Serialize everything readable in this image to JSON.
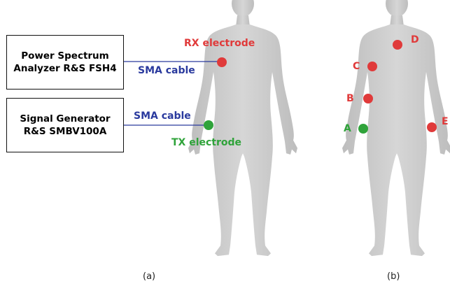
{
  "panel_a": {
    "analyzer_box": {
      "line1": "Power Spectrum",
      "line2": "Analyzer R&S FSH4"
    },
    "generator_box": {
      "line1": "Signal Generator",
      "line2": "R&S SMBV100A"
    },
    "rx_cable_label": "SMA cable",
    "tx_cable_label": "SMA cable",
    "rx_electrode_label": "RX electrode",
    "tx_electrode_label": "TX electrode",
    "caption": "(a)"
  },
  "panel_b": {
    "points": [
      {
        "label": "A",
        "color": "#2fa33a"
      },
      {
        "label": "B",
        "color": "#e03a3a"
      },
      {
        "label": "C",
        "color": "#e03a3a"
      },
      {
        "label": "D",
        "color": "#e03a3a"
      },
      {
        "label": "E",
        "color": "#e03a3a"
      }
    ],
    "caption": "(b)"
  },
  "colors": {
    "electrode_red": "#e03a3a",
    "electrode_green": "#2fa33a",
    "cable_blue": "#2a3a9e",
    "body_gray": "#c8c8c8"
  }
}
